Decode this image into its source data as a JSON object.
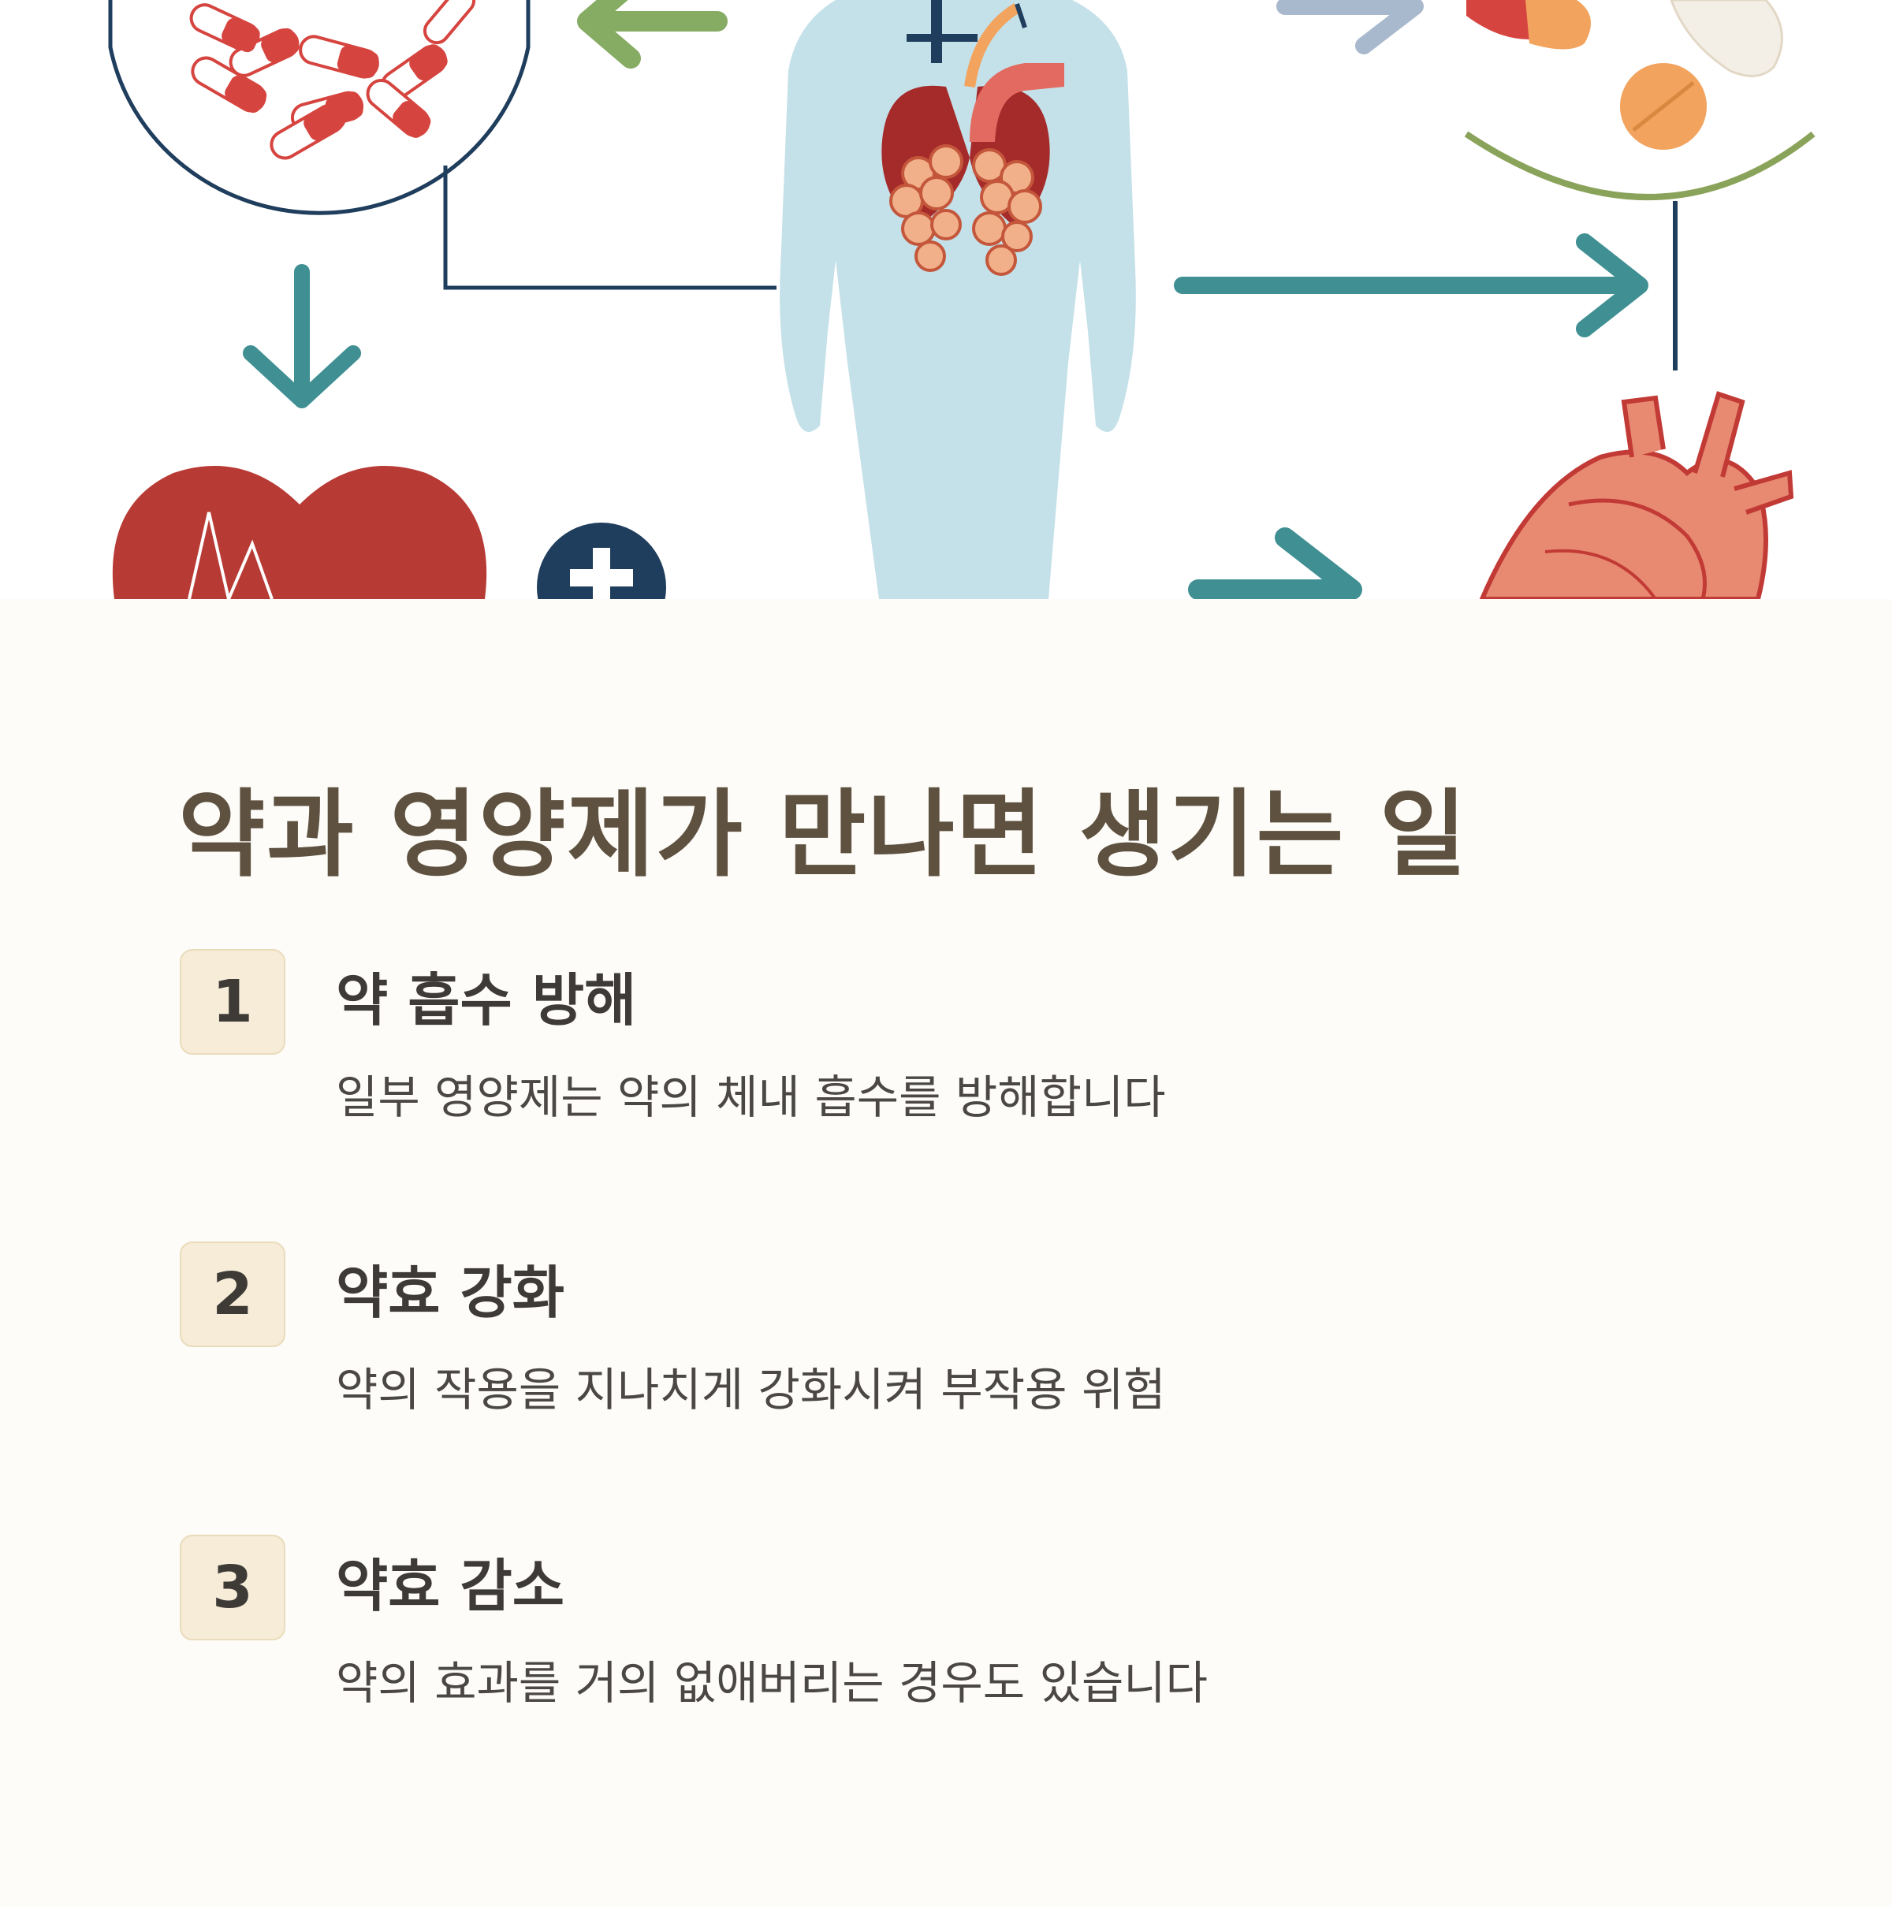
{
  "illustration": {
    "colors": {
      "navy": "#1f3d5c",
      "red": "#b83a35",
      "pill_red": "#d6443f",
      "teal": "#3f8f93",
      "green": "#86ab62",
      "olive": "#8aa35a",
      "light_blue": "#a9b9cd",
      "body_blue": "#c4e0e8",
      "lung_red": "#a52b2b",
      "lung_orange": "#f1b08a",
      "aorta": "#e36a60",
      "heart_orange": "#e88a72",
      "tablet_orange": "#f2a35e",
      "background": "#ffffff"
    },
    "icons": [
      "pills-circle-icon",
      "arrow-left-icon",
      "arrow-down-icon",
      "connector-line-icon",
      "human-body-icon",
      "heart-lungs-icon",
      "arrow-right-long-icon",
      "arrow-right-icon",
      "capsule-icon",
      "tablet-icon",
      "bowl-curve-icon",
      "heartbeat-heart-icon",
      "medical-plus-icon",
      "anatomical-heart-icon"
    ]
  },
  "title": "약과 영양제가 만나면 생기는 일",
  "items": [
    {
      "number": "1",
      "title": "약 흡수 방해",
      "description": "일부 영양제는 약의 체내 흡수를 방해합니다"
    },
    {
      "number": "2",
      "title": "약효 강화",
      "description": "약의 작용을 지나치게 강화시켜 부작용 위험"
    },
    {
      "number": "3",
      "title": "약효 감소",
      "description": "약의 효과를 거의 없애버리는 경우도 있습니다"
    }
  ],
  "theme": {
    "background": "#fdfcf8",
    "title_color": "#5e5140",
    "text_color": "#3d3a37",
    "badge_bg": "#f6ecd7",
    "badge_border": "#eadcbb"
  }
}
